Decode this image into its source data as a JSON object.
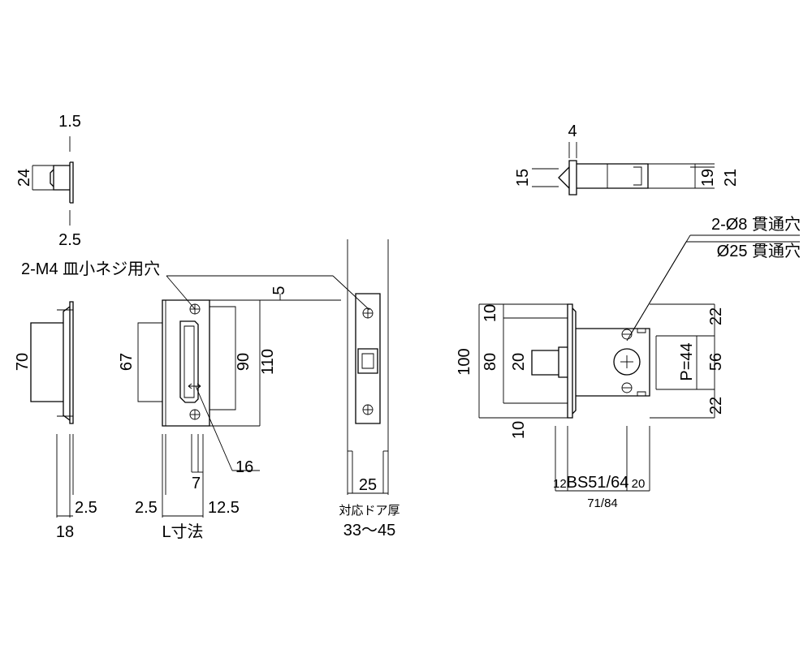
{
  "colors": {
    "line": "#000000",
    "background": "#ffffff"
  },
  "top_left": {
    "d_thickness": "1.5",
    "d_height": "24",
    "d_lip": "2.5"
  },
  "front_plate": {
    "d_height": "70",
    "d_depth": "18",
    "d_thick": "2.5"
  },
  "strike": {
    "note": "2-M4 皿小ネジ用穴",
    "d_inner": "67",
    "d_90": "90",
    "d_110": "110",
    "d_5": "5",
    "d_16": "16",
    "d_7": "7",
    "d_25a": "2.5",
    "d_125": "12.5",
    "d_L": "L寸法"
  },
  "door": {
    "d_width": "25",
    "label": "対応ドア厚",
    "range": "33～45"
  },
  "top_right": {
    "d_4": "4",
    "d_15": "15",
    "d_19": "19",
    "d_21": "21"
  },
  "body": {
    "note1": "2-Ø8 貫通穴",
    "note2": "Ø25 貫通穴",
    "d_100": "100",
    "d_80": "80",
    "d_10a": "10",
    "d_10b": "10",
    "d_20": "20",
    "d_22a": "22",
    "d_56": "56",
    "d_22b": "22",
    "d_pitch": "P=44",
    "d_12": "12",
    "d_bs": "BS51/64",
    "d_20b": "20",
    "d_total": "71/84"
  }
}
